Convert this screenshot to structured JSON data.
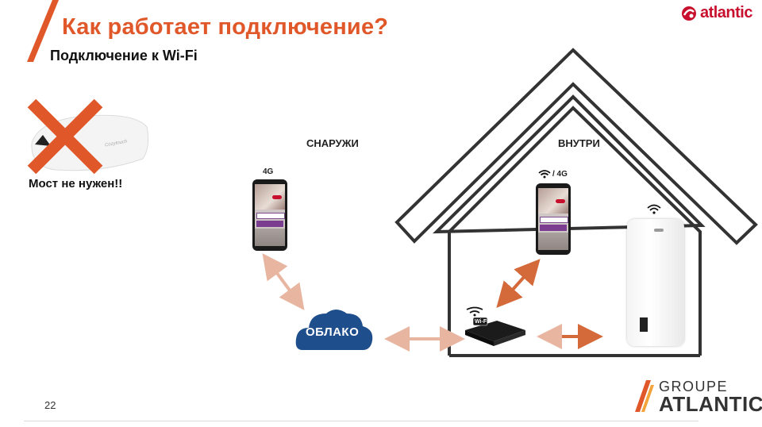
{
  "title": "Как работает подключение?",
  "subtitle": "Подключение к Wi-Fi",
  "no_bridge_label": "Мост не нужен!!",
  "bridge_device_name": "Cozytouch",
  "outside_label": "СНАРУЖИ",
  "inside_label": "ВНУТРИ",
  "phone_outside_label": "4G",
  "phone_inside_label": "/ 4G",
  "cloud_label": "ОБЛАКО",
  "router_label": "Wi-Fi",
  "page_number": "22",
  "brand_logo_text": "atlantic",
  "group_logo": {
    "line1": "GROUPE",
    "line2": "ATLANTIC"
  },
  "colors": {
    "accent": "#e0582a",
    "brand_red": "#c8102e",
    "cloud": "#1f4e8c",
    "arrow": "#e8b6a0",
    "arrow_dark": "#d4693a",
    "house": "#333333"
  }
}
